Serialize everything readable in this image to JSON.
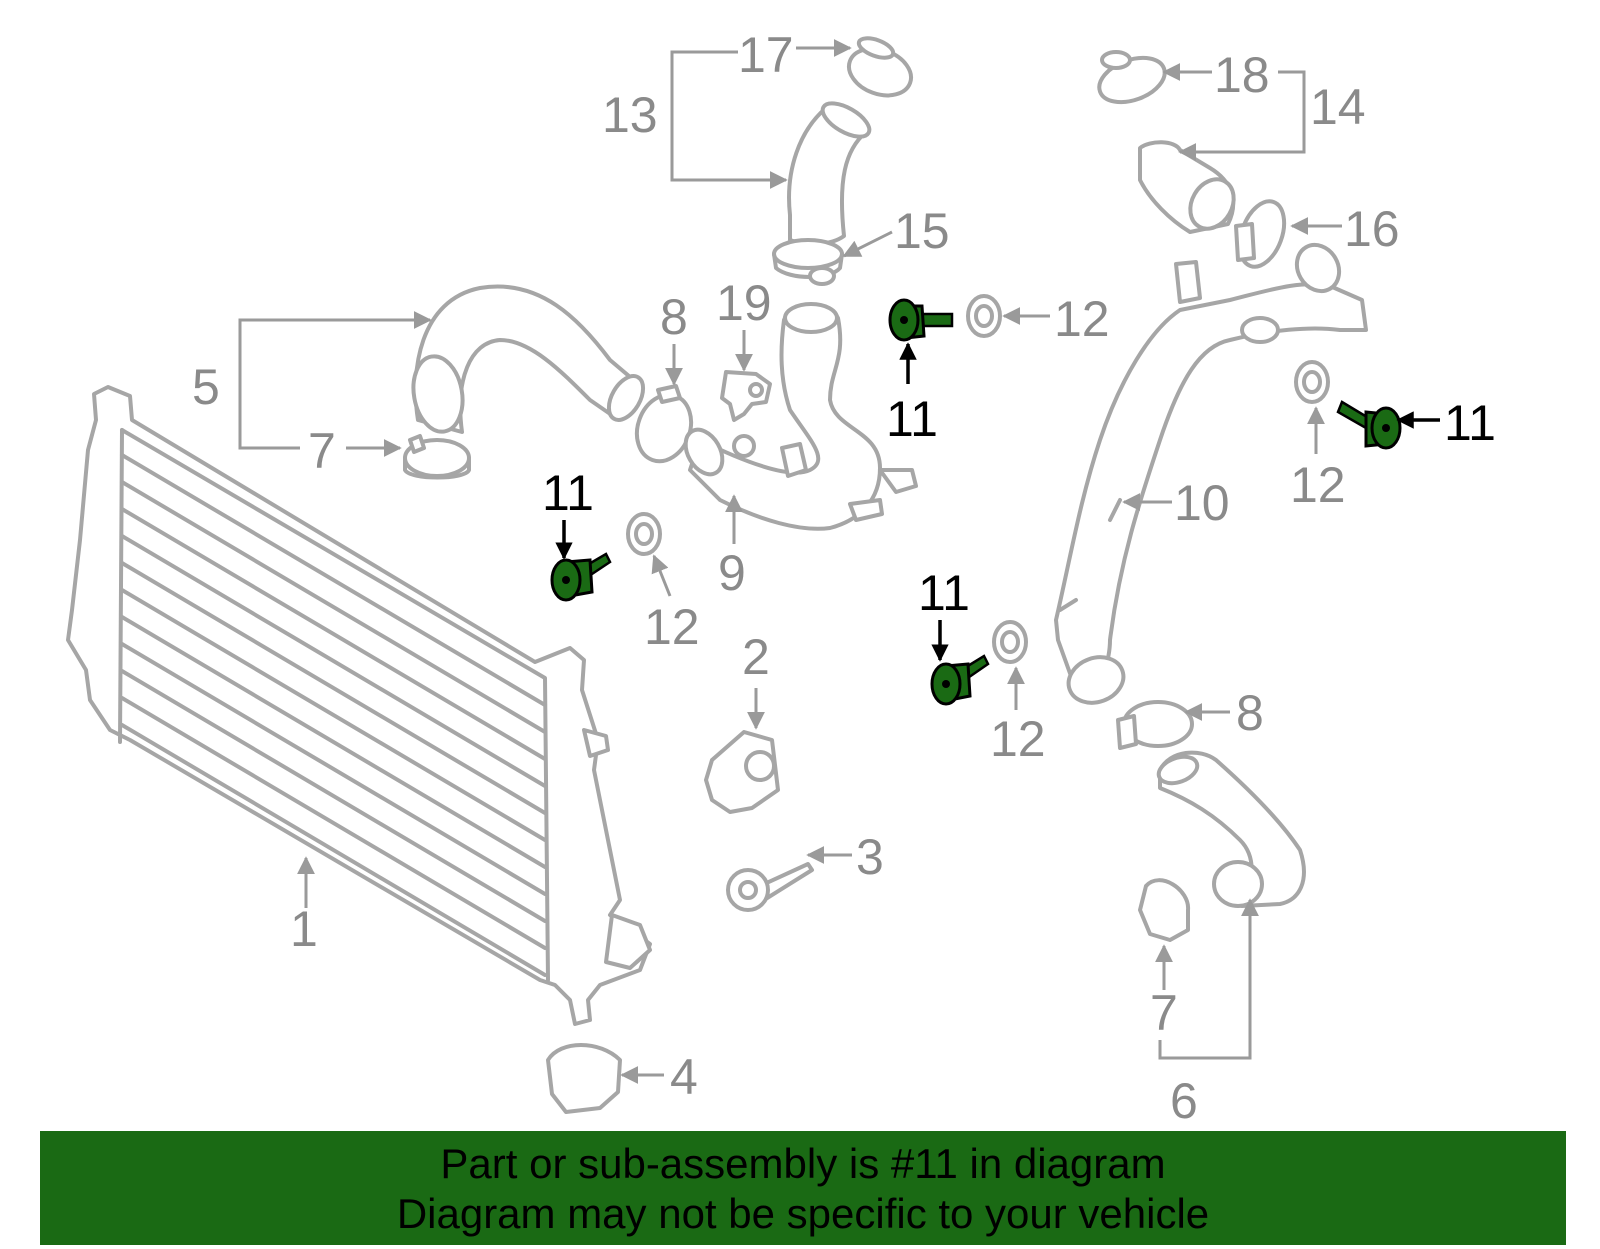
{
  "colors": {
    "highlight_part": "#1a6a14",
    "banner_background": "#1a6a14",
    "line_art": "#a6a6a6",
    "callout_text": "#8a8a8a",
    "highlight_text": "#000000"
  },
  "callouts": {
    "c1": "1",
    "c2": "2",
    "c3": "3",
    "c4": "4",
    "c5": "5",
    "c6": "6",
    "c7a": "7",
    "c7b": "7",
    "c8a": "8",
    "c8b": "8",
    "c9": "9",
    "c10": "10",
    "c11a": "11",
    "c11b": "11",
    "c11c": "11",
    "c11d": "11",
    "c12a": "12",
    "c12b": "12",
    "c12c": "12",
    "c12d": "12",
    "c13": "13",
    "c14": "14",
    "c15": "15",
    "c16": "16",
    "c17": "17",
    "c18": "18",
    "c19": "19"
  },
  "banner": {
    "line1": "Part or sub-assembly is #11 in diagram",
    "line2": "Diagram may not be specific to your vehicle"
  }
}
